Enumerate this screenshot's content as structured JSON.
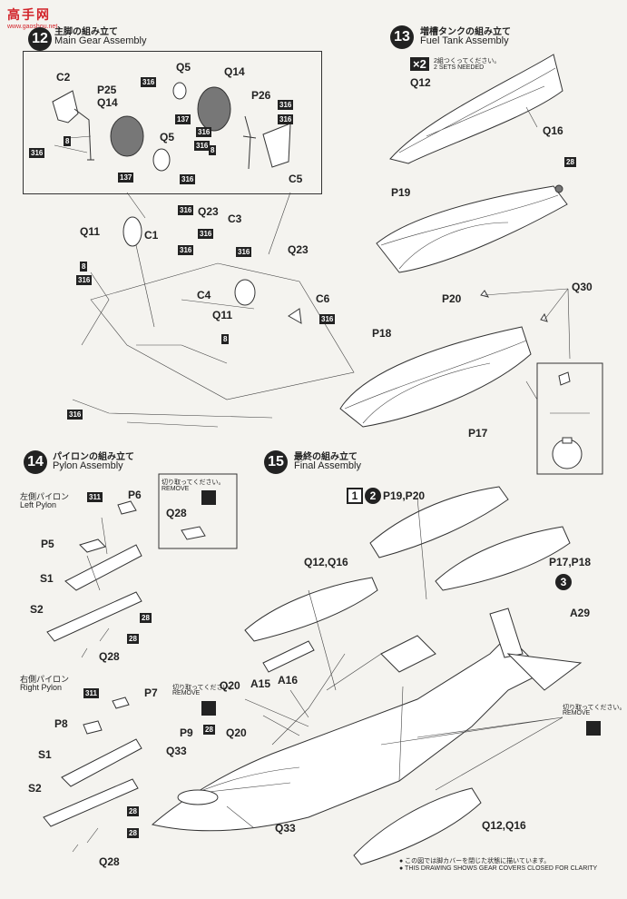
{
  "watermark": {
    "text": "高手网",
    "subtext": "www.gaoshou.net"
  },
  "step12": {
    "num": "12",
    "jp": "主脚の組み立て",
    "en": "Main Gear Assembly",
    "labels": [
      "C2",
      "P25",
      "Q14",
      "Q5",
      "Q14",
      "P26",
      "Q5",
      "C5",
      "Q11",
      "C1",
      "Q23",
      "C3",
      "Q23",
      "C4",
      "Q11",
      "C6"
    ],
    "tags": [
      "316",
      "8",
      "316",
      "137",
      "316",
      "316",
      "137",
      "316",
      "316",
      "8",
      "316",
      "316",
      "316",
      "316",
      "316",
      "8",
      "316",
      "8",
      "316",
      "316"
    ]
  },
  "step13": {
    "num": "13",
    "jp": "増槽タンクの組み立て",
    "en": "Fuel Tank Assembly",
    "mult": "×2",
    "note_jp": "2組つくってください。",
    "note_en": "2 SETS NEEDED",
    "labels": [
      "Q12",
      "Q16",
      "P19",
      "P20",
      "P18",
      "P17",
      "Q30"
    ],
    "tag": "28"
  },
  "step14": {
    "num": "14",
    "jp": "パイロンの組み立て",
    "en": "Pylon Assembly",
    "left_jp": "左側パイロン",
    "left_en": "Left Pylon",
    "right_jp": "右側パイロン",
    "right_en": "Right Pylon",
    "remove_jp": "切り取ってください。",
    "remove_en": "REMOVE",
    "labels_left": [
      "P6",
      "P5",
      "S1",
      "S2",
      "Q28"
    ],
    "labels_right": [
      "P7",
      "P8",
      "S1",
      "S2",
      "Q28"
    ],
    "remove_label": "Q28",
    "tags": [
      "311",
      "28",
      "28",
      "311",
      "28",
      "28"
    ]
  },
  "step15": {
    "num": "15",
    "jp": "最終の組み立て",
    "en": "Final Assembly",
    "callout1": "P19,P20",
    "callout2": "P17,P18",
    "callout2_num": "3",
    "labels": [
      "Q12,Q16",
      "A29",
      "Q20",
      "A15",
      "A16",
      "P9",
      "Q20",
      "Q33",
      "Q33",
      "Q12,Q16"
    ],
    "remove_jp": "切り取ってください。",
    "remove_en": "REMOVE",
    "tag": "28",
    "footnote_jp": "● この図では脚カバーを閉じた状態に描いています。",
    "footnote_en": "● THIS DRAWING SHOWS GEAR COVERS CLOSED FOR CLARITY"
  }
}
